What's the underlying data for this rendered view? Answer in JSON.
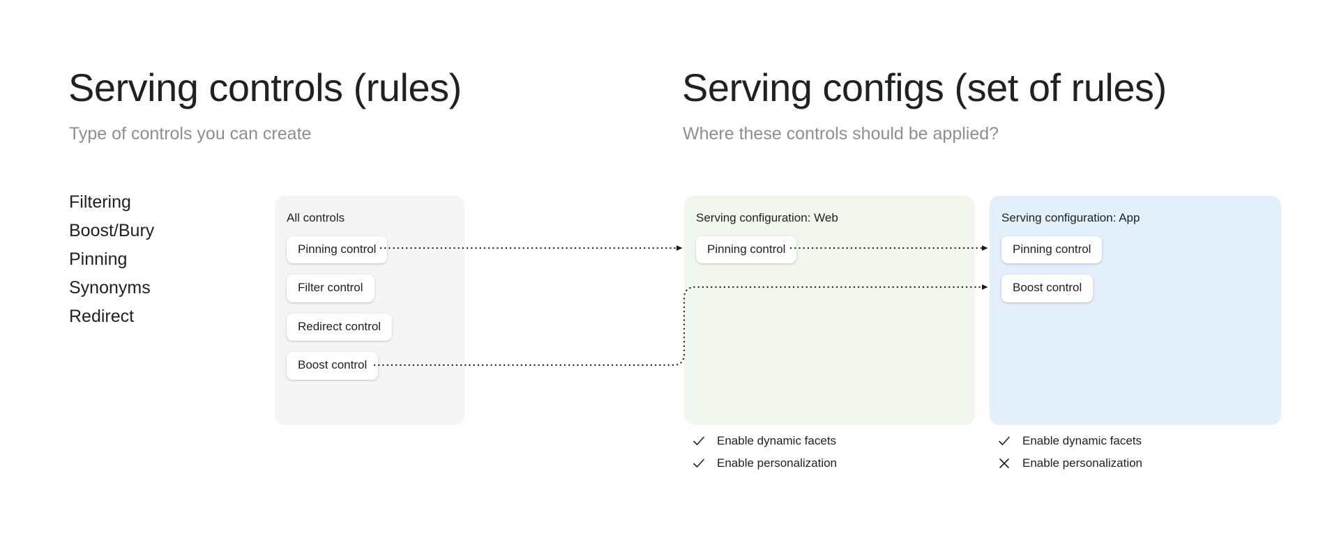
{
  "left_section": {
    "title": "Serving controls (rules)",
    "subtitle": "Type of controls you can create",
    "control_types": [
      {
        "label": "Filtering"
      },
      {
        "label": "Boost/Bury"
      },
      {
        "label": "Pinning"
      },
      {
        "label": "Synonyms"
      },
      {
        "label": "Redirect"
      }
    ]
  },
  "right_section": {
    "title": "Serving configs (set of rules)",
    "subtitle": "Where these controls should be applied?"
  },
  "panels": {
    "all_controls": {
      "title": "All controls",
      "background_color": "#f5f5f5",
      "chips": [
        {
          "label": "Pinning control"
        },
        {
          "label": "Filter control"
        },
        {
          "label": "Redirect control"
        },
        {
          "label": "Boost control"
        }
      ]
    },
    "serving_config_web": {
      "title": "Serving configuration: Web",
      "background_color": "#f1f7ee",
      "chips": [
        {
          "label": "Pinning control"
        }
      ],
      "settings": [
        {
          "label": "Enable dynamic facets",
          "state": "check"
        },
        {
          "label": "Enable personalization",
          "state": "check"
        }
      ]
    },
    "serving_config_app": {
      "title": "Serving configuration: App",
      "background_color": "#e3effb",
      "chips": [
        {
          "label": "Pinning control"
        },
        {
          "label": "Boost control"
        }
      ],
      "settings": [
        {
          "label": "Enable dynamic facets",
          "state": "check"
        },
        {
          "label": "Enable personalization",
          "state": "cross"
        }
      ]
    }
  },
  "connections": [
    {
      "from": "all-controls-pinning-control",
      "to": "web-pinning-control"
    },
    {
      "from": "web-pinning-control",
      "to": "app-pinning-control"
    },
    {
      "from": "all-controls-boost-control",
      "to": "app-boost-control"
    }
  ],
  "icons": {
    "check": "check-icon",
    "cross": "cross-icon"
  },
  "colors": {
    "text_primary": "#202124",
    "text_muted": "#8b8f94",
    "panel_grey": "#f5f5f5",
    "panel_green": "#f1f7ee",
    "panel_blue": "#e3effb",
    "arrow": "#1a1a1a",
    "chip_background": "#ffffff"
  }
}
